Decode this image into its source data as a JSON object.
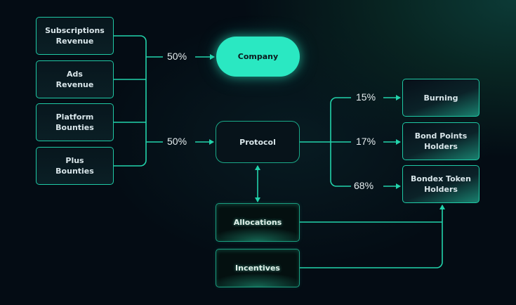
{
  "colors": {
    "accent": "#2ae8c2",
    "line": "#22d3ab",
    "background": "#040c14",
    "text": "#d9e6ea"
  },
  "sources": [
    {
      "label": "Subscriptions Revenue"
    },
    {
      "label": "Ads Revenue"
    },
    {
      "label": "Platform Bounties"
    },
    {
      "label": "Plus Bounties"
    }
  ],
  "company": {
    "label": "Company",
    "share": "50%"
  },
  "protocol": {
    "label": "Protocol",
    "share": "50%"
  },
  "destinations": [
    {
      "label": "Burning",
      "share": "15%"
    },
    {
      "label": "Bond Points Holders",
      "share": "17%"
    },
    {
      "label": "Bondex Token Holders",
      "share": "68%"
    }
  ],
  "allocations": {
    "label": "Allocations"
  },
  "incentives": {
    "label": "Incentives"
  }
}
